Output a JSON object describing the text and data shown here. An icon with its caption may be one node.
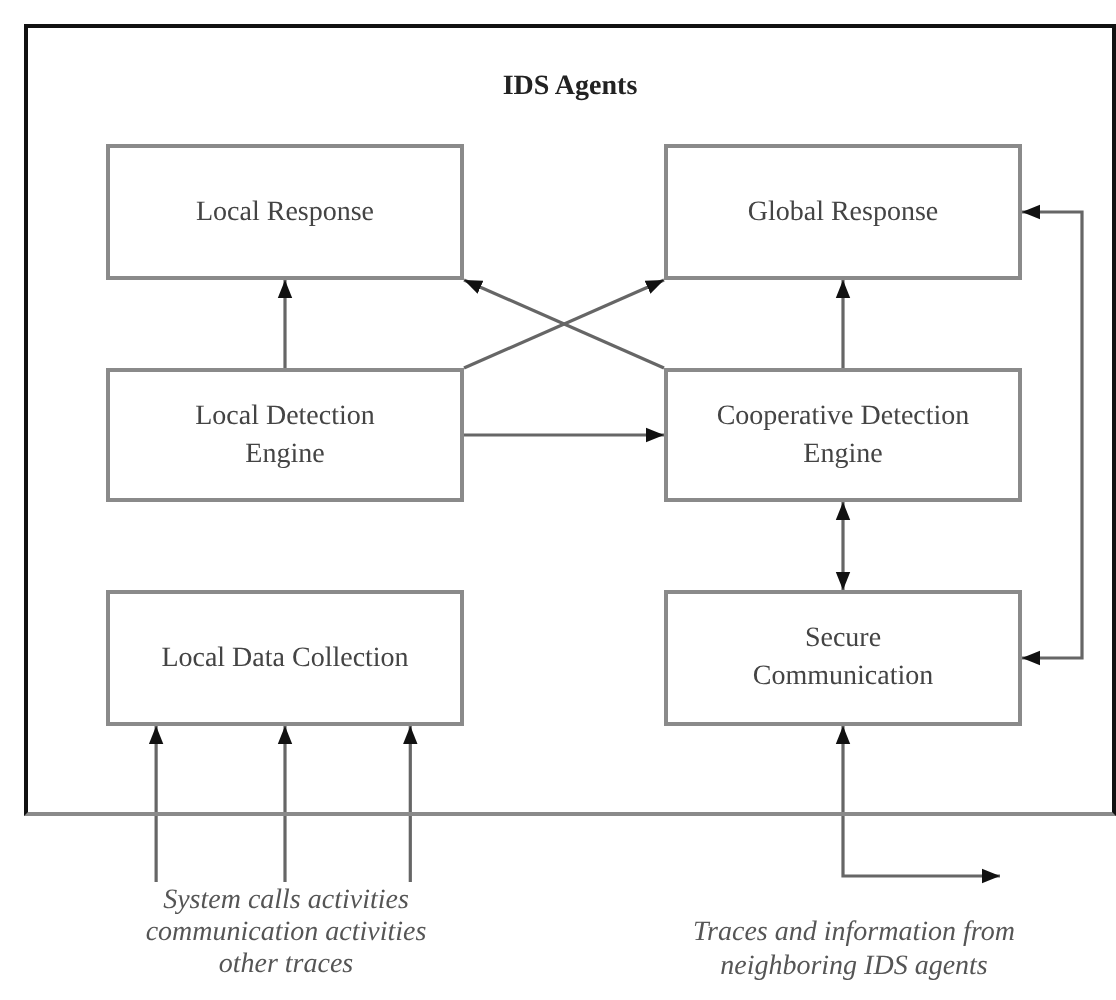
{
  "diagram": {
    "nodes": [
      {
        "text": [
          "IDS Agents"
        ]
      },
      {
        "text": [
          "Local Response"
        ],
        "in": 0
      },
      {
        "text": [
          "Global Response"
        ],
        "in": 0
      },
      {
        "text": [
          "Local Detection Engine"
        ],
        "in": 0
      },
      {
        "text": [
          "Cooperative Detection Engine"
        ],
        "in": 0
      },
      {
        "text": [
          "Local Data Collection"
        ],
        "in": 0
      },
      {
        "text": [
          "Secure Communication"
        ],
        "in": 0
      },
      {
        "text": [
          "System calls activities communication activities other traces"
        ]
      }
    ],
    "edges": [
      {
        "from": 3,
        "to": 1,
        "arrow": "to"
      },
      {
        "from": 3,
        "to": 2,
        "arrow": "to"
      },
      {
        "from": 4,
        "to": 1,
        "arrow": "to"
      },
      {
        "from": 4,
        "to": 2,
        "arrow": "to"
      },
      {
        "from": 3,
        "to": 4,
        "arrow": "to"
      },
      {
        "from": 4,
        "to": 6,
        "arrow": "both"
      },
      {
        "from": 6,
        "to": 2,
        "arrow": "both"
      },
      {
        "from": 7,
        "to": 5,
        "arrow": "to"
      },
      {
        "from": 7,
        "to": 5,
        "arrow": "to"
      },
      {
        "from": 7,
        "to": 5,
        "arrow": "to"
      },
      {
        "from": 6,
        "to": null,
        "arrow": "both"
      }
    ],
    "labels": [
      "Traces and information from neighboring IDS agents"
    ]
  }
}
